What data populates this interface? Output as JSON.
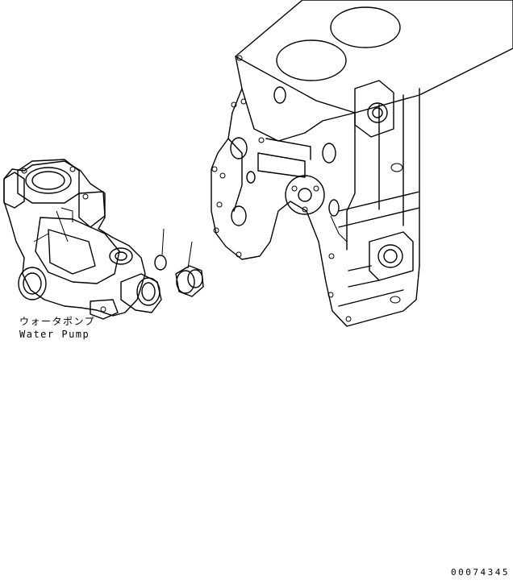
{
  "part_label": {
    "japanese": "ウォータポンプ",
    "english": "Water Pump"
  },
  "drawing_number": "00074345"
}
